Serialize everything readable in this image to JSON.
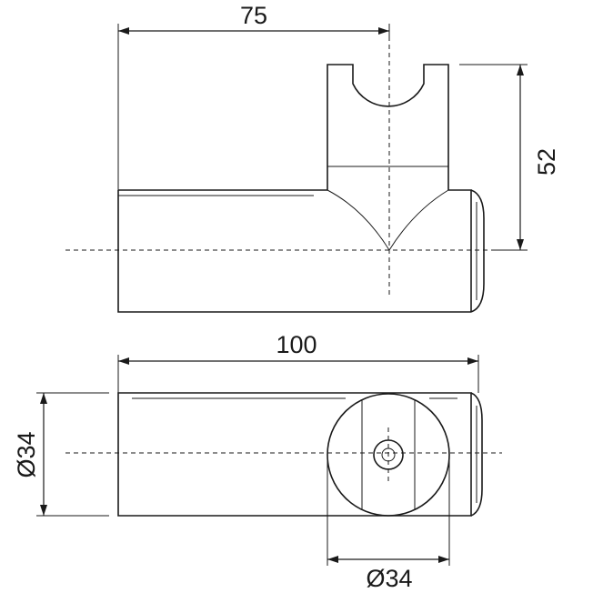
{
  "drawing": {
    "dimensions": {
      "top_width": "75",
      "holder_height": "52",
      "bottom_length": "100",
      "left_diameter": "Ø34",
      "bottom_diameter": "Ø34"
    }
  }
}
